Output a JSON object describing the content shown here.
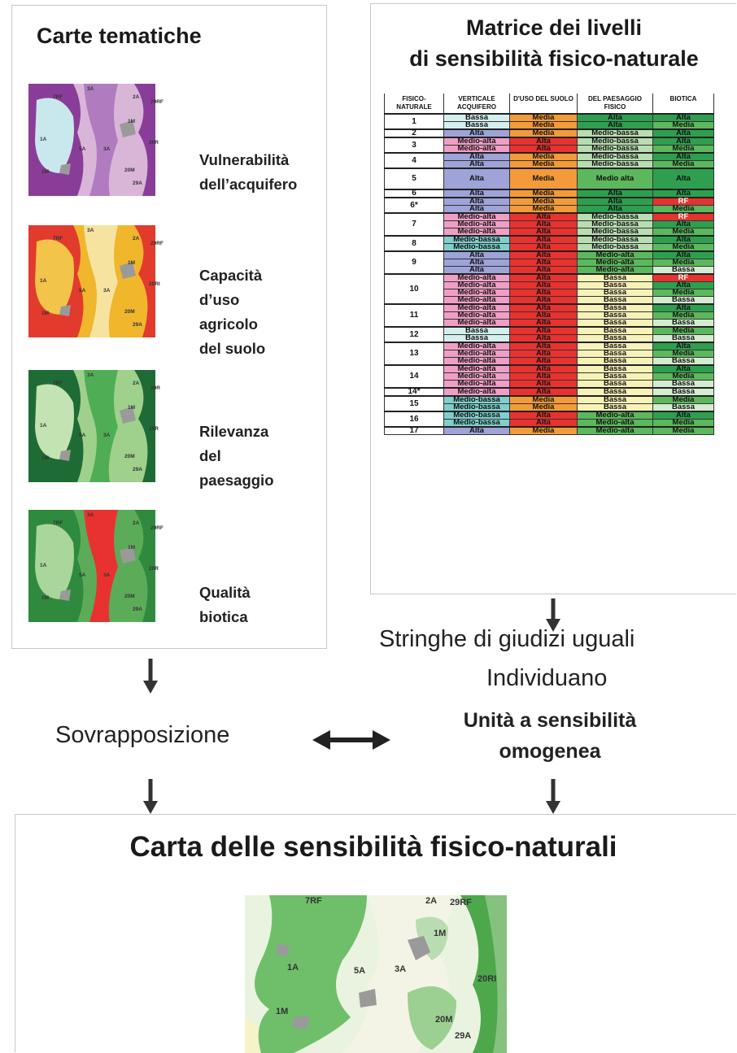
{
  "left_panel": {
    "title": "Carte tematiche",
    "maps": [
      {
        "label_lines": [
          "Vulnerabilità",
          "dell’acquifero"
        ],
        "codes": [
          "7RF",
          "3A",
          "2A",
          "29RF",
          "1M",
          "1A",
          "5A",
          "3A",
          "20R",
          "1M",
          "20M",
          "29A"
        ]
      },
      {
        "label_lines": [
          "Capacità",
          "d’uso",
          "agricolo",
          "del suolo"
        ],
        "codes": [
          "7RF",
          "3A",
          "2A",
          "29RF",
          "1M",
          "1A",
          "5A",
          "3A",
          "20RI",
          "1M",
          "20M",
          "29A"
        ]
      },
      {
        "label_lines": [
          "Rilevanza",
          "del",
          "paesaggio"
        ],
        "codes": [
          "7RF",
          "3A",
          "2A",
          "29R",
          "1M",
          "1A",
          "5A",
          "3A",
          "20R",
          "1M",
          "20M",
          "29A"
        ]
      },
      {
        "label_lines": [
          "Qualità",
          "biotica"
        ],
        "codes": [
          "7RF",
          "3A",
          "2A",
          "29RF",
          "1M",
          "1A",
          "5A",
          "3A",
          "20R",
          "1M",
          "20M",
          "29A"
        ]
      }
    ]
  },
  "right_panel": {
    "title_line1": "Matrice dei livelli",
    "title_line2": "di sensibilità fisico-naturale",
    "headers": [
      "FISICO-NATURALE",
      "VERTICALE ACQUIFERO",
      "D'USO DEL SUOLO",
      "DEL PAESAGGIO FISICO",
      "BIOTICA"
    ],
    "colors": {
      "Alta_v": "#9ea3d8",
      "Medio-alta_v": "#ef9fc6",
      "Medio-bassa_v": "#7fcfcc",
      "Bassa_v": "#d5efee",
      "Alta_u": "#e8322f",
      "Media_u": "#f39a3a",
      "Alta_p": "#2e9f4e",
      "Medio alta_p": "#5cb85c",
      "Medio-alta_p": "#5cb85c",
      "Medio-bassa_p": "#b7ddb1",
      "Bassa_p": "#f7f2b8",
      "Alta_b": "#2e9f4e",
      "Media_b": "#5cb85c",
      "Bassa_b": "#d4ecd0",
      "RF_b": "#e8322f"
    },
    "groups": [
      {
        "unit": "1",
        "rows": [
          [
            "Bassa",
            "Media",
            "Alta",
            "Alta"
          ],
          [
            "Bassa",
            "Media",
            "Alta",
            "Media"
          ]
        ]
      },
      {
        "unit": "2",
        "rows": [
          [
            "Alta",
            "Media",
            "Medio-bassa",
            "Alta"
          ]
        ]
      },
      {
        "unit": "3",
        "rows": [
          [
            "Medio-alta",
            "Alta",
            "Medio-bassa",
            "Alta"
          ],
          [
            "Medio-alta",
            "Alta",
            "Medio-bassa",
            "Media"
          ]
        ]
      },
      {
        "unit": "4",
        "rows": [
          [
            "Alta",
            "Media",
            "Medio-bassa",
            "Alta"
          ],
          [
            "Alta",
            "Media",
            "Medio-bassa",
            "Media"
          ]
        ]
      },
      {
        "unit": "5",
        "rows": [
          [
            "Alta",
            "Media",
            "Medio alta",
            "Alta"
          ]
        ],
        "tall": true
      },
      {
        "unit": "6",
        "rows": [
          [
            "Alta",
            "Media",
            "Alta",
            "Alta"
          ]
        ]
      },
      {
        "unit": "6*",
        "rows": [
          [
            "Alta",
            "Media",
            "Alta",
            "RF"
          ],
          [
            "Alta",
            "Media",
            "Alta",
            "Media"
          ]
        ]
      },
      {
        "unit": "7",
        "rows": [
          [
            "Medio-alta",
            "Alta",
            "Medio-bassa",
            "RF"
          ],
          [
            "Medio-alta",
            "Alta",
            "Medio-bassa",
            "Alta"
          ],
          [
            "Medio-alta",
            "Alta",
            "Medio-bassa",
            "Media"
          ]
        ]
      },
      {
        "unit": "8",
        "rows": [
          [
            "Medio-bassa",
            "Alta",
            "Medio-bassa",
            "Alta"
          ],
          [
            "Medio-bassa",
            "Alta",
            "Medio-bassa",
            "Media"
          ]
        ]
      },
      {
        "unit": "9",
        "rows": [
          [
            "Alta",
            "Alta",
            "Medio-alta",
            "Alta"
          ],
          [
            "Alta",
            "Alta",
            "Medio-alta",
            "Media"
          ],
          [
            "Alta",
            "Alta",
            "Medio-alta",
            "Bassa"
          ]
        ]
      },
      {
        "unit": "10",
        "rows": [
          [
            "Medio-alta",
            "Alta",
            "Bassa",
            "RF"
          ],
          [
            "Medio-alta",
            "Alta",
            "Bassa",
            "Alta"
          ],
          [
            "Medio-alta",
            "Alta",
            "Bassa",
            "Media"
          ],
          [
            "Medio-alta",
            "Alta",
            "Bassa",
            "Bassa"
          ]
        ]
      },
      {
        "unit": "11",
        "rows": [
          [
            "Medio-alta",
            "Alta",
            "Bassa",
            "Alta"
          ],
          [
            "Medio-alta",
            "Alta",
            "Bassa",
            "Media"
          ],
          [
            "Medio-alta",
            "Alta",
            "Bassa",
            "Bassa"
          ]
        ]
      },
      {
        "unit": "12",
        "rows": [
          [
            "Bassa",
            "Alta",
            "Bassa",
            "Media"
          ],
          [
            "Bassa",
            "Alta",
            "Bassa",
            "Bassa"
          ]
        ]
      },
      {
        "unit": "13",
        "rows": [
          [
            "Medio-alta",
            "Alta",
            "Bassa",
            "Alta"
          ],
          [
            "Medio-alta",
            "Alta",
            "Bassa",
            "Media"
          ],
          [
            "Medio-alta",
            "Alta",
            "Bassa",
            "Bassa"
          ]
        ]
      },
      {
        "unit": "14",
        "rows": [
          [
            "Medio-alta",
            "Alta",
            "Bassa",
            "Alta"
          ],
          [
            "Medio-alta",
            "Alta",
            "Bassa",
            "Media"
          ],
          [
            "Medio-alta",
            "Alta",
            "Bassa",
            "Bassa"
          ]
        ]
      },
      {
        "unit": "14*",
        "rows": [
          [
            "Medio-alta",
            "Alta",
            "Bassa",
            "Bassa"
          ]
        ]
      },
      {
        "unit": "15",
        "rows": [
          [
            "Medio-bassa",
            "Media",
            "Bassa",
            "Media"
          ],
          [
            "Medio-bassa",
            "Media",
            "Bassa",
            "Bassa"
          ]
        ]
      },
      {
        "unit": "16",
        "rows": [
          [
            "Medio-bassa",
            "Alta",
            "Medio-alta",
            "Alta"
          ],
          [
            "Medio-bassa",
            "Alta",
            "Medio-alta",
            "Media"
          ]
        ]
      },
      {
        "unit": "17",
        "rows": [
          [
            "Alta",
            "Media",
            "Medio-alta",
            "Media"
          ]
        ]
      }
    ]
  },
  "flow": {
    "stringhe": "Stringhe di giudizi uguali",
    "individuano": "Individuano",
    "sovrapposizione": "Sovrapposizione",
    "unita_line1": "Unità a sensibilità",
    "unita_line2": "omogenea"
  },
  "bottom_panel": {
    "title": "Carta delle  sensibilità fisico-naturali",
    "map_codes": [
      "7RF",
      "2A",
      "29RF",
      "1M",
      "1A",
      "5A",
      "3A",
      "20RI",
      "1M",
      "20M",
      "29A"
    ]
  }
}
